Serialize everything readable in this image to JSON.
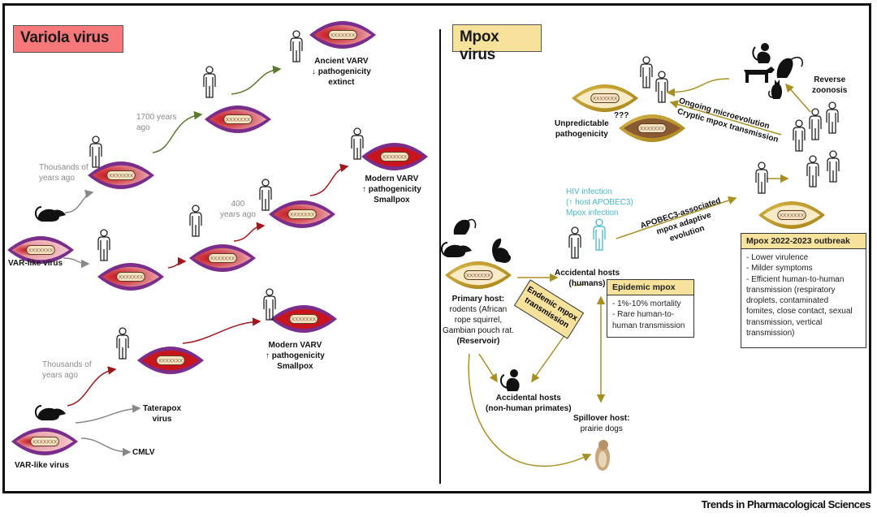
{
  "figure": {
    "credit": "Trends in Pharmacological Sciences",
    "colors": {
      "variola_title_bg": "#f7787b",
      "mpox_title_bg": "#f7e29c",
      "varv_outer": "#7b2d8b",
      "varv_inner_modern": "#c8141c",
      "varv_inner_ancestral": "#e9a0a7",
      "mpox_outer": "#b38d1a",
      "mpox_inner_light": "#f8ecc8",
      "mpox_inner_dark": "#8a5a33",
      "green_arrow": "#5a7a2a",
      "red_arrow": "#a0161a",
      "gray_arrow": "#888888",
      "gold_arrow": "#a89020",
      "hiv_cyan": "#47b8c9"
    }
  },
  "variola": {
    "title": "Variola virus",
    "labels": {
      "var_like_1": "VAR-like virus",
      "var_like_2": "VAR-like virus",
      "thousands_1": [
        "Thousands of",
        "years ago"
      ],
      "thousands_2": [
        "Thousands of",
        "years ago"
      ],
      "years_1700": [
        "1700 years",
        "ago"
      ],
      "years_400": [
        "400",
        "years ago"
      ],
      "ancient_varv": [
        "Ancient VARV",
        "↓ pathogenicity",
        "extinct"
      ],
      "modern_varv_1": [
        "Modern VARV",
        "↑ pathogenicity",
        "Smallpox"
      ],
      "modern_varv_2": [
        "Modern VARV",
        "↑ pathogenicity",
        "Smallpox"
      ],
      "taterapox": [
        "Taterapox",
        "virus"
      ],
      "cmlv": "CMLV"
    },
    "particle_text": "XXXXXXX"
  },
  "mpox": {
    "title": "Mpox virus",
    "labels": {
      "unpredictable": [
        "Unpredictable",
        "pathogenicity"
      ],
      "question": "???",
      "reverse_zoonosis": [
        "Reverse",
        "zoonosis"
      ],
      "ongoing": "Ongoing microevolution",
      "cryptic": "Cryptic mpox transmission",
      "hiv": [
        "HIV infection",
        "(↑ host APOBEC3)",
        "Mpox infection"
      ],
      "apobec": [
        "APOBEC3-associated",
        "mpox adaptive",
        "evolution"
      ],
      "accidental_humans": [
        "Accidental hosts",
        "(humans)"
      ],
      "primary_host": [
        "Primary host:",
        "rodents (African",
        "rope squirrel,",
        "Gambian pouch rat.",
        "(Reservoir)"
      ],
      "endemic": [
        "Endemic mpox",
        "transmission"
      ],
      "accidental_nhp": [
        "Accidental hosts",
        "(non-human primates)"
      ],
      "spillover": [
        "Spillover host:",
        "prairie dogs"
      ]
    },
    "epidemic_box": {
      "title": "Epidemic mpox",
      "items": [
        "- 1%-10% mortality",
        "- Rare human-to-",
        "human transmission"
      ]
    },
    "outbreak_box": {
      "title": "Mpox 2022-2023 outbreak",
      "items": [
        "- Lower virulence",
        "- Milder symptoms",
        "- Efficient human-to-human",
        "transmission (respiratory",
        "droplets, contaminated",
        "fomites, close contact, sexual",
        "transmission, vertical",
        "transmission)"
      ]
    }
  }
}
